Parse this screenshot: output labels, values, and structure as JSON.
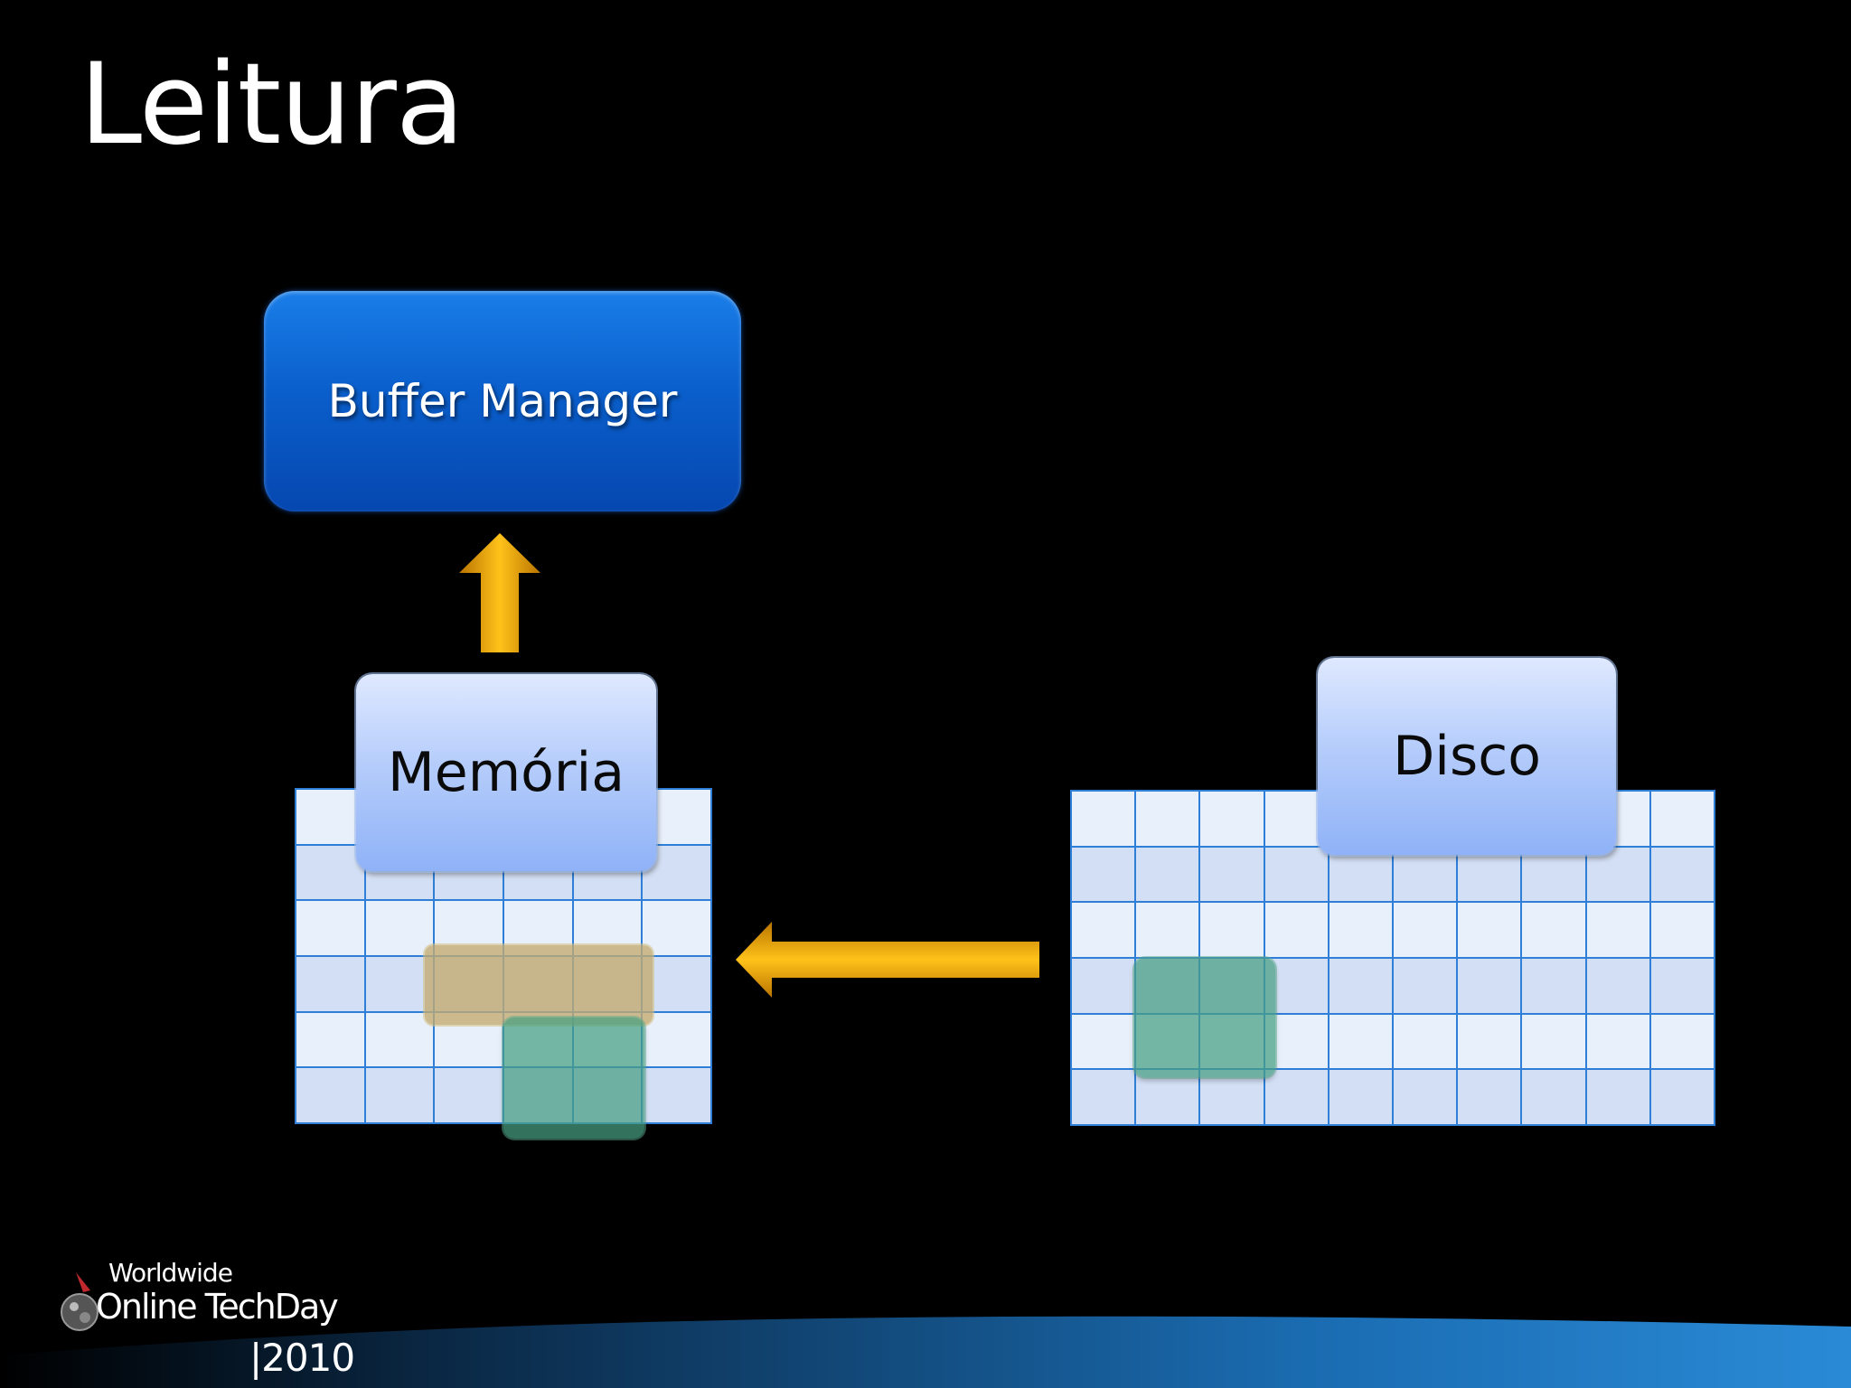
{
  "slide": {
    "title": "Leitura"
  },
  "diagram": {
    "buffer_manager_label": "Buffer Manager",
    "memory_label": "Memória",
    "disk_label": "Disco"
  },
  "footer": {
    "brand_line1": "Worldwide",
    "brand_line2": "Online TechDay",
    "year": "|2010"
  },
  "colors": {
    "background": "#000000",
    "buffer_manager": "#0a5fcc",
    "arrow": "#f0a800",
    "grid_line": "#2f7fd9",
    "page_highlight_yellow": "#c4aa6e",
    "page_highlight_green": "#46a082"
  }
}
